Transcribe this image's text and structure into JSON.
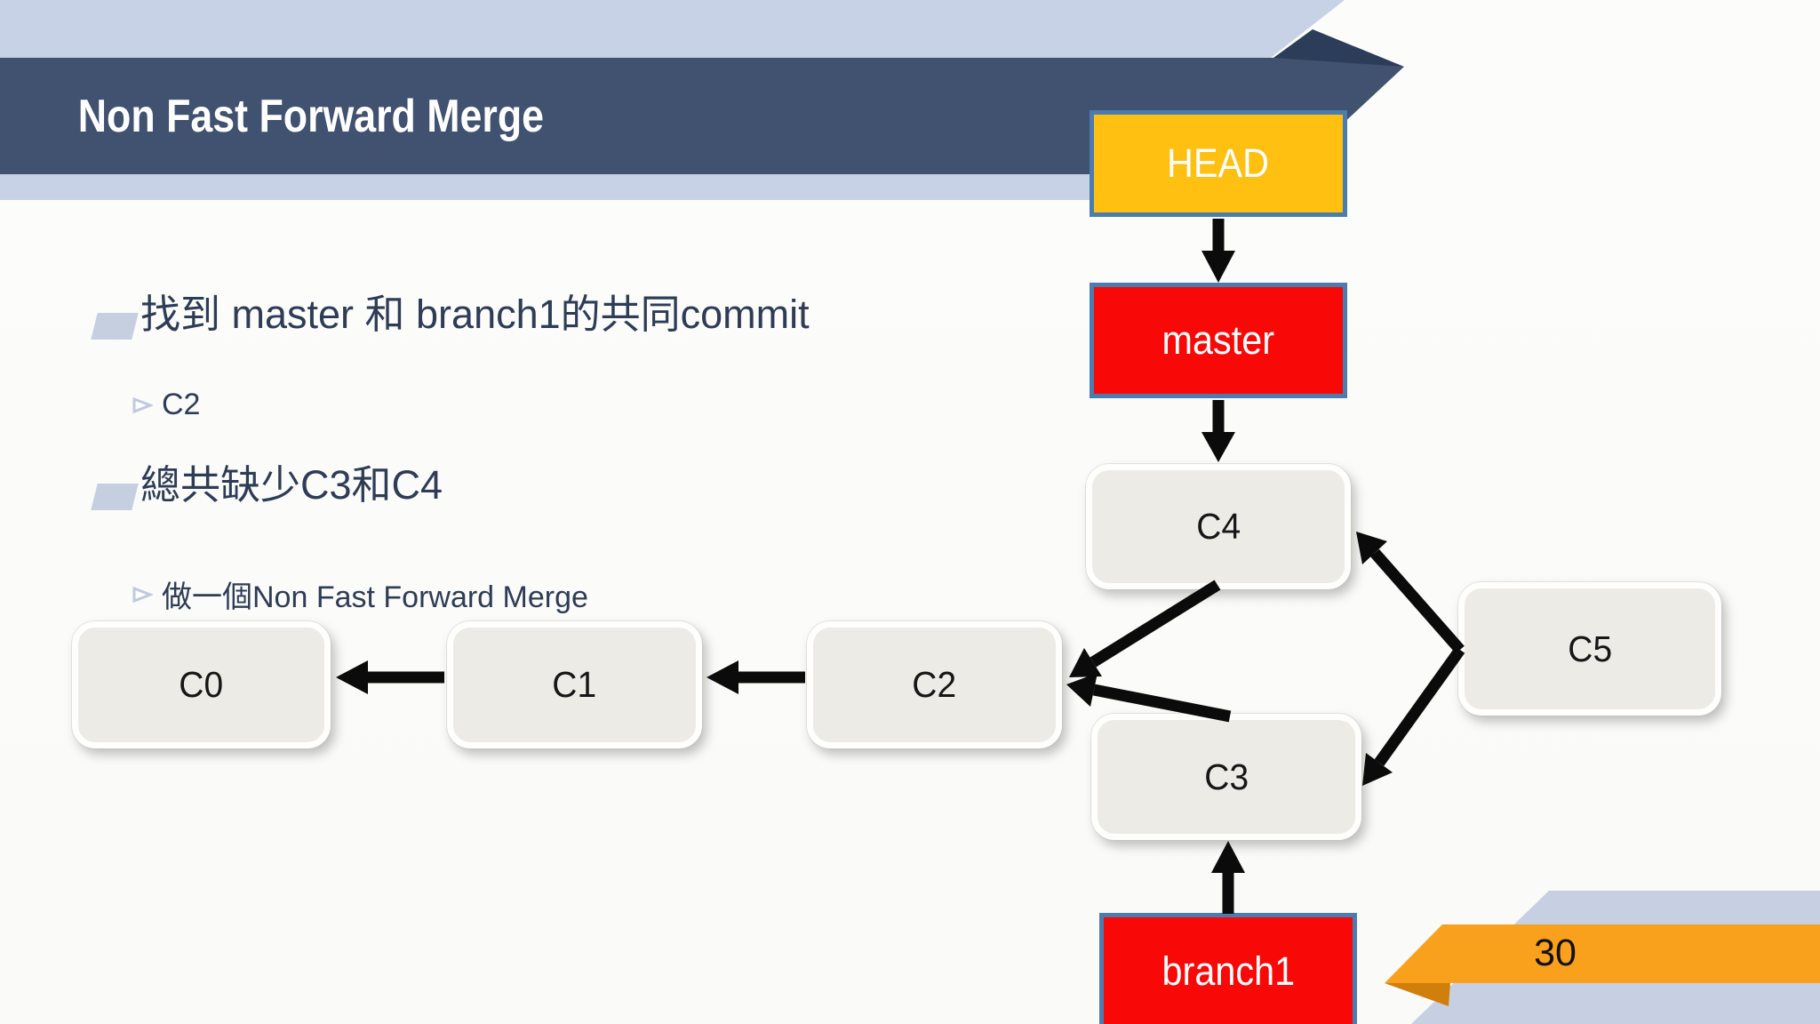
{
  "slide": {
    "title": "Non Fast Forward Merge",
    "page_number": "30"
  },
  "bullets": [
    {
      "text": "找到 master 和 branch1的共同commit",
      "sub": [
        "C2"
      ]
    },
    {
      "text": "總共缺少C3和C4",
      "sub": [
        "做一個Non Fast Forward Merge"
      ]
    }
  ],
  "diagram": {
    "pointers": [
      {
        "id": "HEAD",
        "label": "HEAD",
        "fill": "#ffc011"
      },
      {
        "id": "master",
        "label": "master",
        "fill": "#f90808"
      },
      {
        "id": "branch1",
        "label": "branch1",
        "fill": "#f90808"
      }
    ],
    "commits": [
      {
        "id": "C0",
        "label": "C0"
      },
      {
        "id": "C1",
        "label": "C1"
      },
      {
        "id": "C2",
        "label": "C2"
      },
      {
        "id": "C3",
        "label": "C3"
      },
      {
        "id": "C4",
        "label": "C4"
      },
      {
        "id": "C5",
        "label": "C5"
      }
    ],
    "edges": [
      {
        "from": "HEAD",
        "to": "master"
      },
      {
        "from": "master",
        "to": "C4"
      },
      {
        "from": "branch1",
        "to": "C3"
      },
      {
        "from": "C1",
        "to": "C0"
      },
      {
        "from": "C2",
        "to": "C1"
      },
      {
        "from": "C4",
        "to": "C2"
      },
      {
        "from": "C3",
        "to": "C2"
      },
      {
        "from": "C5",
        "to": "C4"
      },
      {
        "from": "C5",
        "to": "C3"
      }
    ]
  },
  "colors": {
    "banner": "#40526f",
    "banner_fold": "#2c3d59",
    "light_band": "#c7d2e6",
    "pointer_border": "#4b7cb0",
    "head_fill": "#ffc011",
    "branch_fill": "#f90808",
    "commit_fill": "#edebe6",
    "ribbon_orange": "#f9a11c",
    "ribbon_fold": "#d07e0c",
    "body_text": "#2e3c55"
  }
}
